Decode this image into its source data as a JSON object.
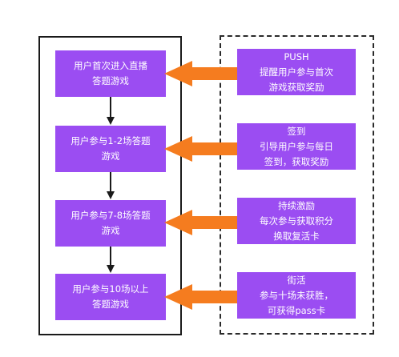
{
  "steps": [
    {
      "line1": "用户首次进入直播",
      "line2": "答题游戏"
    },
    {
      "line1": "用户参与1-2场答题",
      "line2": "游戏"
    },
    {
      "line1": "用户参与7-8场答题",
      "line2": "游戏"
    },
    {
      "line1": "用户参与10场以上",
      "line2": "答题游戏"
    }
  ],
  "notes": [
    {
      "line1": "PUSH",
      "line2": "提醒用户参与首次",
      "line3": "游戏获取奖励"
    },
    {
      "line1": "签到",
      "line2": "引导用户参与每日",
      "line3": "签到，获取奖励"
    },
    {
      "line1": "持续激励",
      "line2": "每次参与获取积分",
      "line3": "换取复活卡"
    },
    {
      "line1": "街活",
      "line2": "参与十场未获胜，",
      "line3": "可获得pass卡"
    }
  ],
  "colors": {
    "box": "#9b4df2",
    "arrow": "#f57c1f",
    "text": "#ffffff",
    "line": "#1a1a1a"
  }
}
